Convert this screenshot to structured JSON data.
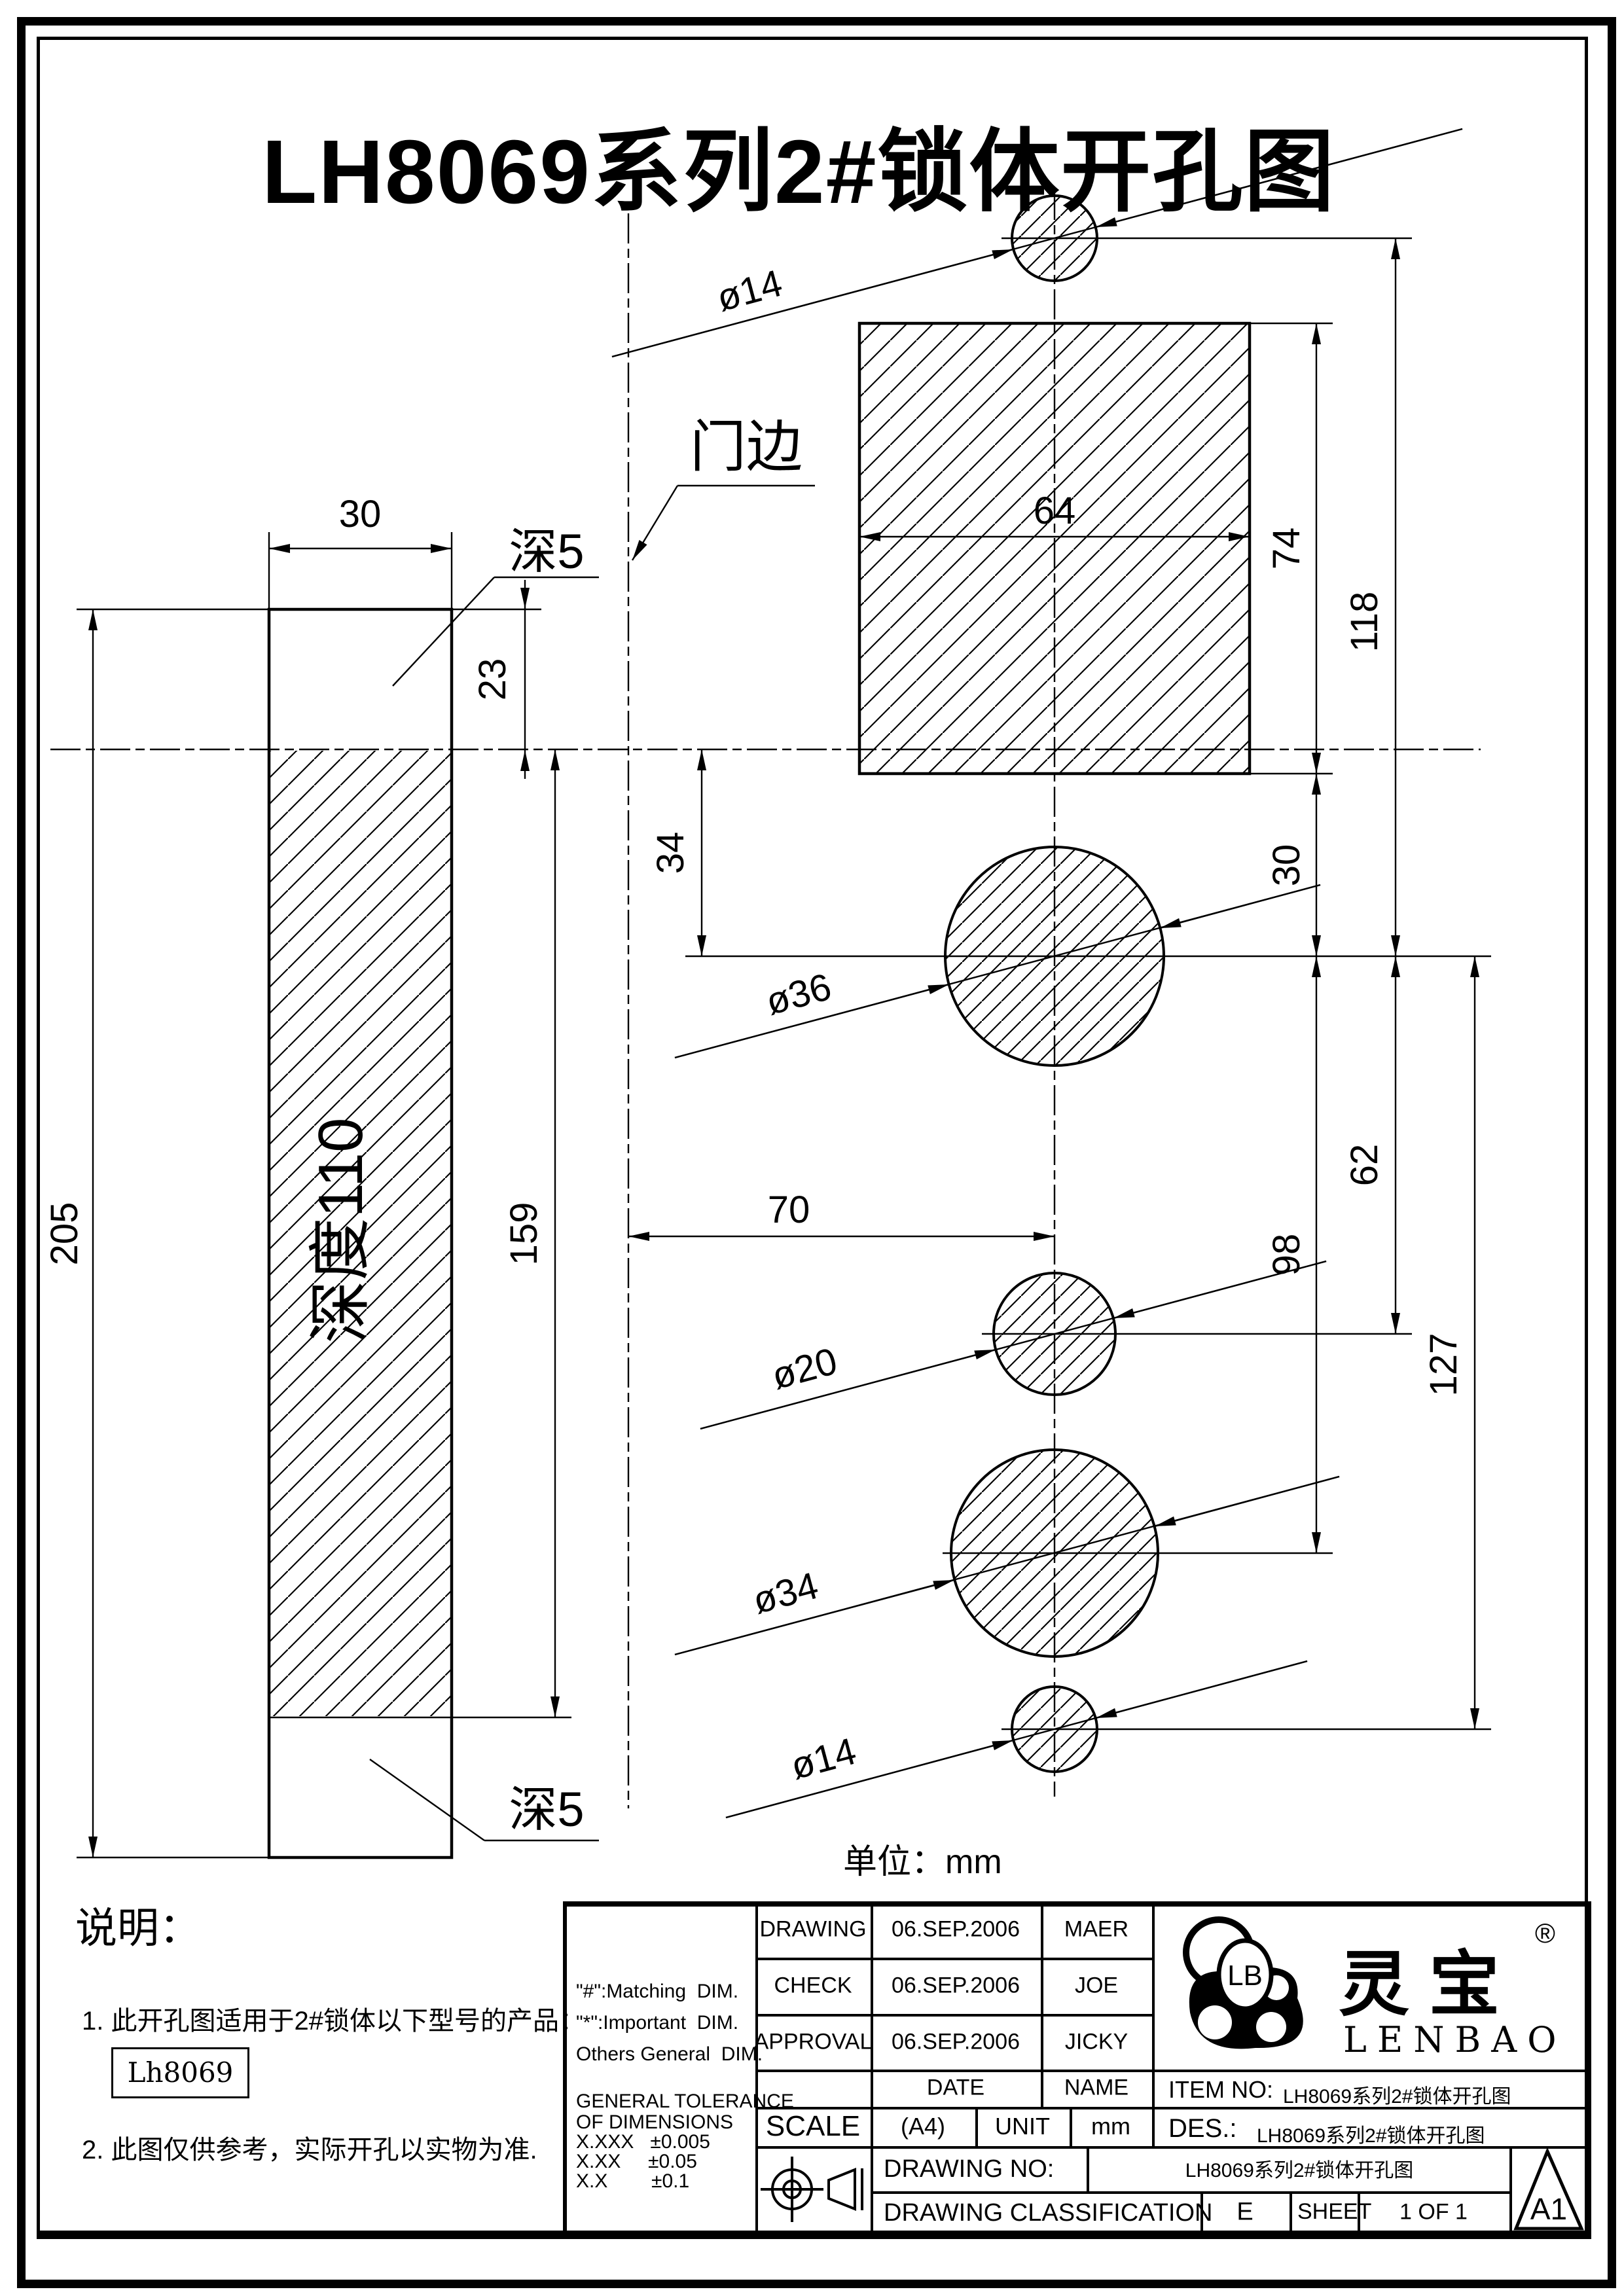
{
  "page": {
    "title": "LH8069系列2#锁体开孔图",
    "unit_note": "单位：mm"
  },
  "drawing": {
    "door_edge_label": "门边",
    "depth5_top": "深5",
    "depth5_bottom": "深5",
    "depth110": "深度110",
    "dims": {
      "w30": "30",
      "h23": "23",
      "h205": "205",
      "h159": "159",
      "h34": "34",
      "w70": "70",
      "w64": "64",
      "h74": "74",
      "h118": "118",
      "h30": "30",
      "h62": "62",
      "h98": "98",
      "h127": "127"
    },
    "holes": {
      "top14": "ø14",
      "main36": "ø36",
      "mid20": "ø20",
      "low34": "ø34",
      "bottom14": "ø14"
    }
  },
  "notes": {
    "heading": "说明：",
    "item1": "1. 此开孔图适用于2#锁体以下型号的产品：",
    "model_box": "Lh8069",
    "item2": "2. 此图仅供参考，实际开孔以实物为准."
  },
  "title_block": {
    "rows": [
      {
        "label": "DRAWING",
        "date": "06.SEP.2006",
        "name": "MAER"
      },
      {
        "label": "CHECK",
        "date": "06.SEP.2006",
        "name": "JOE"
      },
      {
        "label": "APPROVAL",
        "date": "06.SEP.2006",
        "name": "JICKY"
      }
    ],
    "date_header": "DATE",
    "name_header": "NAME",
    "item_no_label": "ITEM NO:",
    "item_no_value": "LH8069系列2#锁体开孔图",
    "scale_label": "SCALE",
    "scale_value": "(A4)",
    "unit_label": "UNIT",
    "unit_value": "mm",
    "des_label": "DES.:",
    "des_value": "LH8069系列2#锁体开孔图",
    "drawing_no_label": "DRAWING NO:",
    "drawing_no_value": "LH8069系列2#锁体开孔图",
    "classification_label": "DRAWING CLASSIFICATION",
    "classification_value": "E",
    "sheet_label": "SHEET",
    "sheet_value": "1 OF 1",
    "format_badge": "A1",
    "tolerance_lines": [
      "\"#\":Matching  DIM.",
      "\"*\":Important  DIM.",
      "Others General  DIM.",
      "GENERAL TOLERANCE",
      "OF DIMENSIONS",
      "X.XXX   ±0.005",
      "X.XX     ±0.05",
      "X.X        ±0.1"
    ],
    "logo": {
      "monogram": "LB",
      "cn": "灵宝",
      "reg": "®",
      "en": "LENBAO"
    }
  }
}
